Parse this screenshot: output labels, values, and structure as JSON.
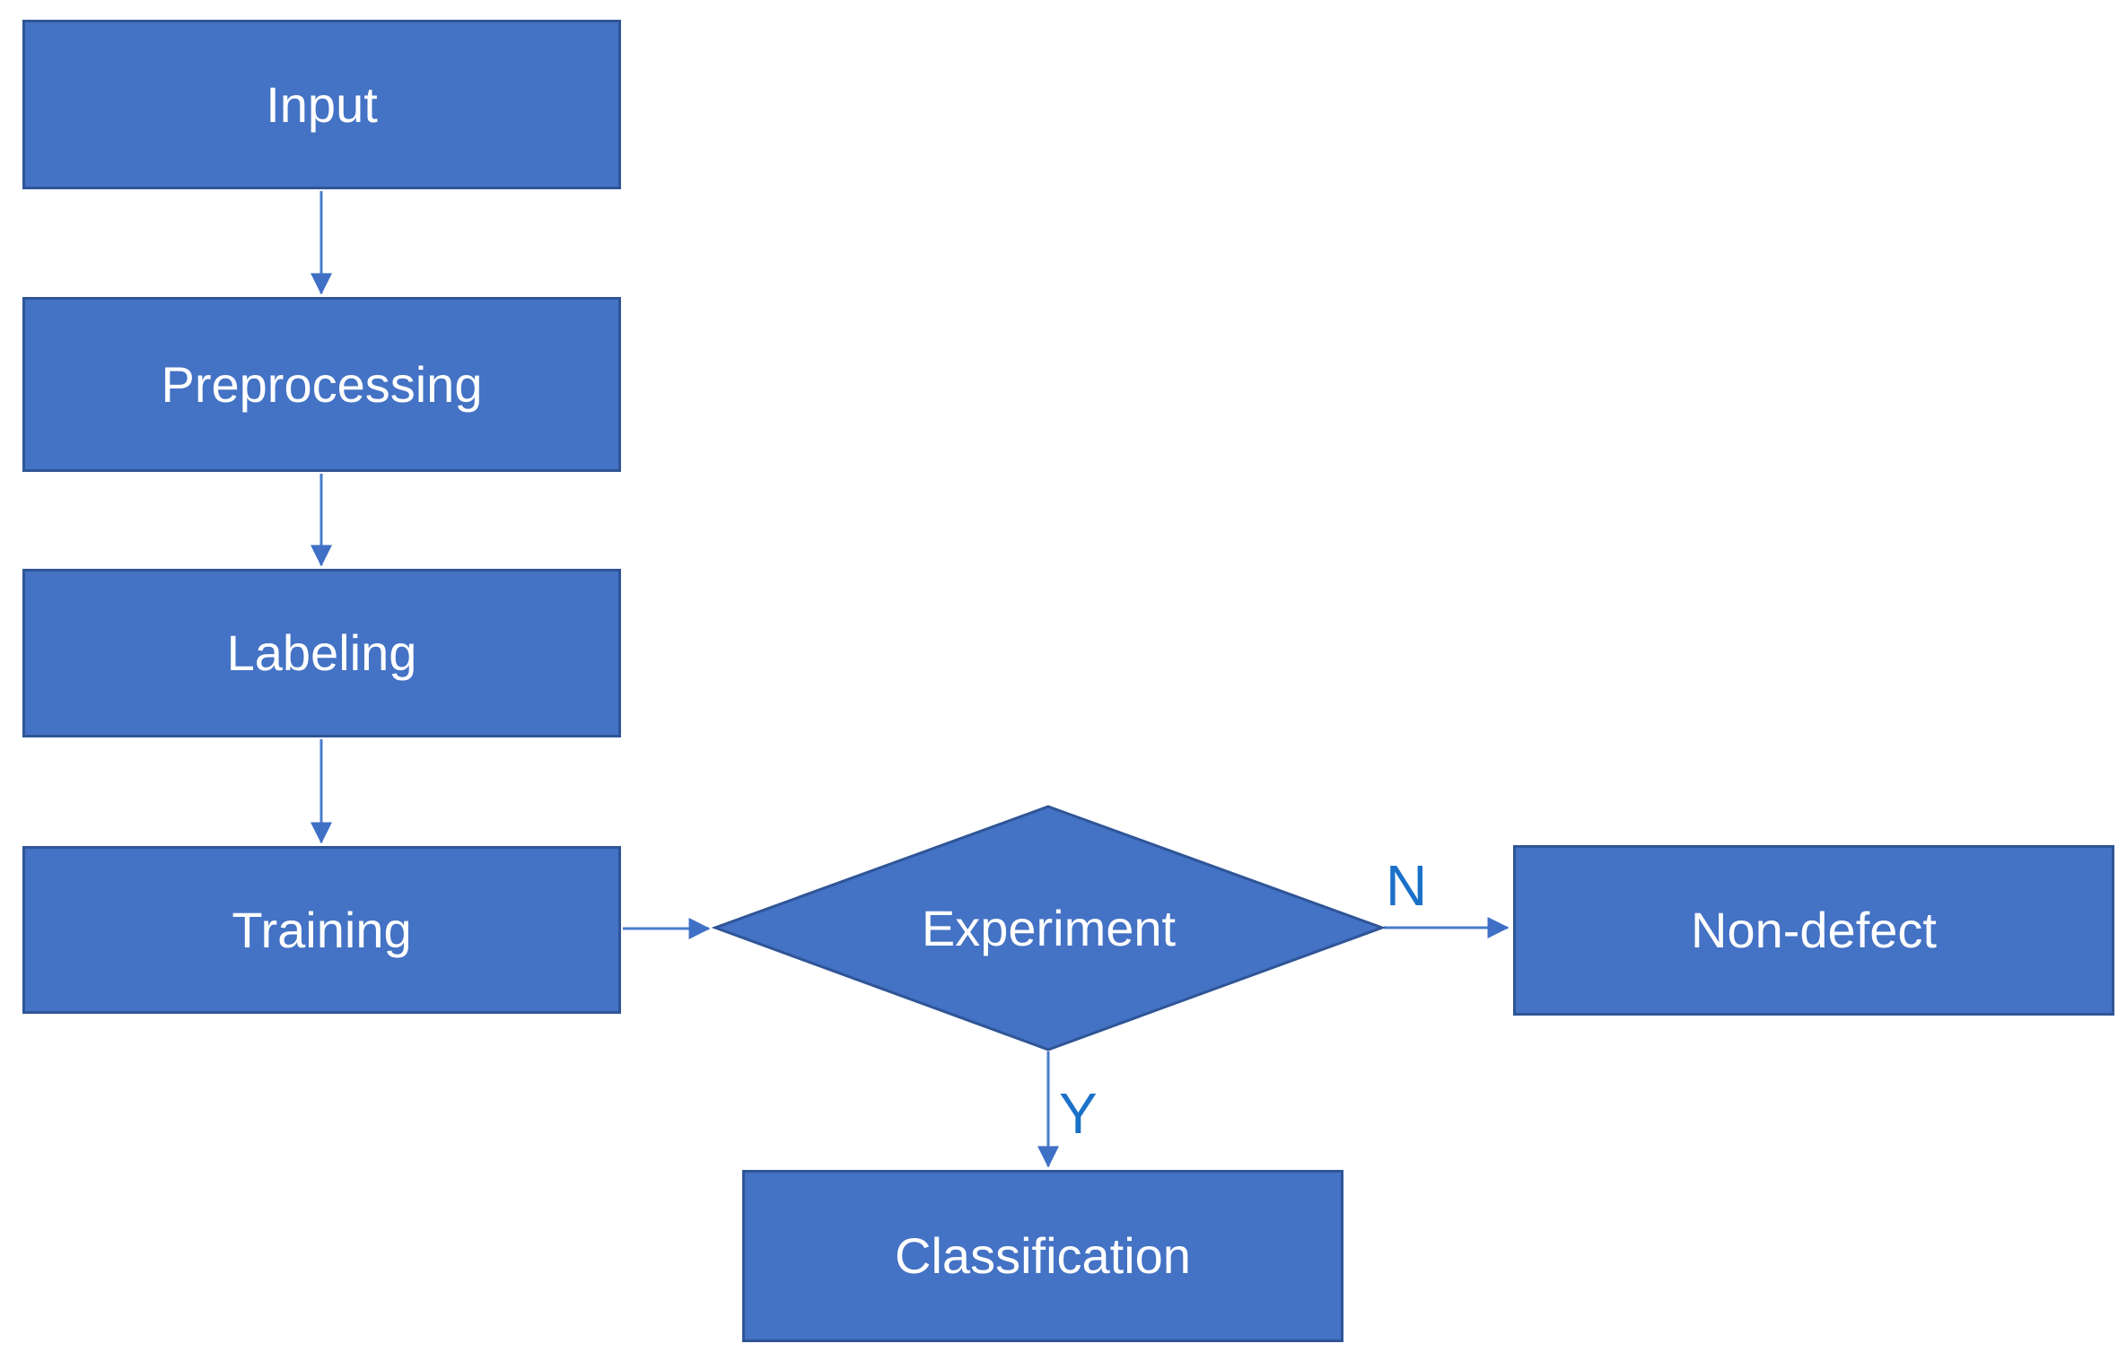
{
  "diagram": {
    "nodes": {
      "input": {
        "label": "Input"
      },
      "preprocessing": {
        "label": "Preprocessing"
      },
      "labeling": {
        "label": "Labeling"
      },
      "training": {
        "label": "Training"
      },
      "experiment": {
        "label": "Experiment"
      },
      "non_defect": {
        "label": "Non-defect"
      },
      "classification": {
        "label": "Classification"
      }
    },
    "branches": {
      "no": {
        "label": "N"
      },
      "yes": {
        "label": "Y"
      }
    },
    "colors": {
      "node_fill": "#4472C4",
      "node_border": "#2F5597",
      "connector": "#4a7ccd",
      "arrowhead": "#3f70c6",
      "branch_label": "#1b71c8",
      "node_text": "#ffffff",
      "background": "#ffffff"
    }
  }
}
